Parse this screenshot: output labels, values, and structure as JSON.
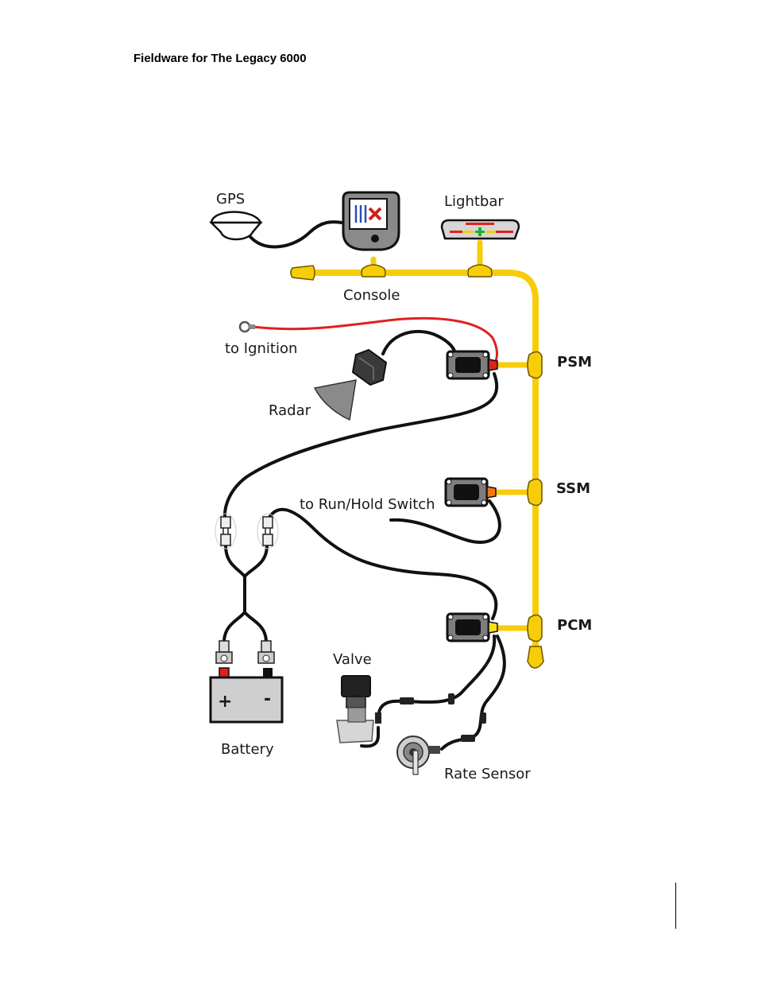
{
  "header": {
    "title": "Fieldware for The Legacy 6000"
  },
  "diagram": {
    "labels": {
      "gps": "GPS",
      "lightbar": "Lightbar",
      "console": "Console",
      "ignition": "to Ignition",
      "radar": "Radar",
      "psm": "PSM",
      "ssm": "SSM",
      "run_hold": "to Run/Hold Switch",
      "pcm": "PCM",
      "valve": "Valve",
      "battery": "Battery",
      "battery_plus": "+",
      "battery_minus": "-",
      "rate_sensor": "Rate Sensor"
    }
  },
  "colors": {
    "harness": "#f7cd0a",
    "cable": "#111111",
    "ignition_wire": "#e02020",
    "module_body": "#7d7d7d",
    "psm_tip": "#e02020",
    "ssm_tip": "#f07a10",
    "pcm_tip": "#f2e020",
    "terminal_red": "#e02020"
  }
}
